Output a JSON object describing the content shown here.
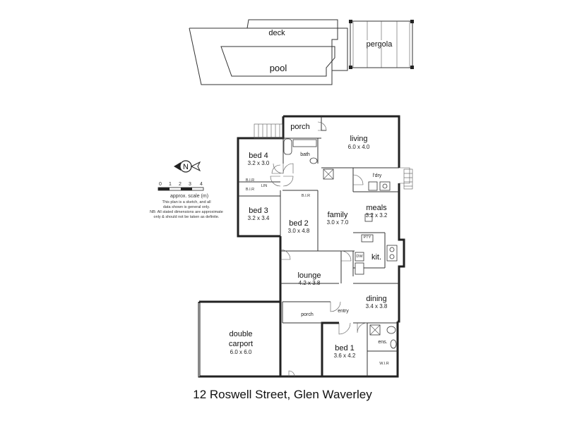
{
  "plan": {
    "address": "12 Roswell Street, Glen Waverley",
    "outdoor": {
      "deck": "deck",
      "pool": "pool",
      "pergola": "pergola"
    },
    "rooms": {
      "porch_rear": "porch",
      "living": {
        "name": "living",
        "dim": "6.0 x 4.0"
      },
      "bath": "bath",
      "ldry": "l'dry",
      "bed4": {
        "name": "bed 4",
        "dim": "3.2 x 3.0"
      },
      "bed3": {
        "name": "bed 3",
        "dim": "3.2 x 3.4"
      },
      "bed2": {
        "name": "bed 2",
        "dim": "3.0 x 4.8"
      },
      "family": {
        "name": "family",
        "dim": "3.0 x 7.0"
      },
      "meals": {
        "name": "meals",
        "dim": "3.2 x 3.2"
      },
      "kit": "kit.",
      "lounge": {
        "name": "lounge",
        "dim": "4.2 x 3.8"
      },
      "dining": {
        "name": "dining",
        "dim": "3.4 x 3.8"
      },
      "entry": "entry",
      "porch_front": "porch",
      "carport": {
        "name1": "double",
        "name2": "carport",
        "dim": "6.0 x 6.0"
      },
      "bed1": {
        "name": "bed 1",
        "dim": "3.6 x 4.2"
      },
      "ens": "ens."
    },
    "robe_labels": {
      "bir": "B.I.R",
      "wir": "W.I.R",
      "lin": "LIN",
      "pty": "PTY",
      "dw": "DW"
    },
    "scale": {
      "ticks": [
        "0",
        "1",
        "2",
        "3",
        "4"
      ],
      "caption": "approx. scale (m)",
      "notes": [
        "This plan is a sketch, and all",
        "data shown is general only.",
        "NB: All stated dimensions are approximate",
        "only & should not be taken as definite."
      ]
    },
    "compass": "N",
    "colors": {
      "line": "#222222",
      "background": "#ffffff"
    }
  }
}
